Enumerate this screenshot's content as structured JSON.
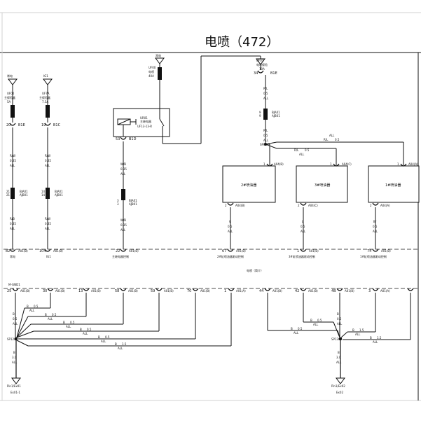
{
  "title": "电喷（472）",
  "feeds": {
    "left": {
      "label1": "常电",
      "code": "UF00",
      "sub": "主保险盒",
      "amp": "5A"
    },
    "ig1": {
      "label1": "IG1",
      "code": "UF7A",
      "sub": "主保险盒",
      "amp": "7.5A"
    },
    "relay_feed": {
      "label1": "常电",
      "code": "UF00",
      "sub": "电喷",
      "amp": "40A"
    },
    "right_feed": {
      "label1": "UF03",
      "sub": "电喷保险",
      "amp": "10A"
    }
  },
  "relay": {
    "code": "UR01",
    "name": "主继电器",
    "sub": "UF13-13-R"
  },
  "pins_top": {
    "b1": {
      "num": "20",
      "tag": "B1E"
    },
    "b2": {
      "num": "19",
      "tag": "B1C"
    },
    "b3": {
      "num": "34",
      "tag": "B1E"
    },
    "relay_out": {
      "num": "53",
      "tag": "B1D"
    }
  },
  "wires": {
    "w1": {
      "color": "R/W",
      "gauge": "0.35",
      "opt": "ALL"
    },
    "w2": {
      "color": "R/W",
      "gauge": "0.35",
      "opt": "ALL"
    },
    "w3": {
      "color": "W/B",
      "gauge": "0.35",
      "opt": "ALL"
    },
    "w4": {
      "color": "R/L",
      "gauge": "0.5",
      "opt": "ALL"
    },
    "w5": {
      "color": "R/B",
      "gauge": "0.35",
      "opt": "ALL"
    },
    "w6": {
      "color": "R/W",
      "gauge": "0.35",
      "opt": "ALL"
    },
    "w7": {
      "color": "W/B",
      "gauge": "0.35",
      "opt": "ALL"
    },
    "w8": {
      "color": "R/L",
      "gauge": "0.5",
      "opt": "ALL"
    }
  },
  "connectors_mid": {
    "c1": {
      "pins": "21\n21",
      "tag": "BJA01\nAJB01"
    },
    "c2": {
      "pins": "14\n14",
      "tag": "BJA01\nAJB01"
    },
    "c3": {
      "pins": "3\n3",
      "tag": "BJA01\nAJB01"
    },
    "c4": {
      "pins": "9\n9",
      "tag": "BJA01\nAJB01"
    }
  },
  "splice_top": {
    "name": "SP02"
  },
  "inj_wires": {
    "a": {
      "color": "R/L",
      "gauge": "0.5",
      "opt": "ALL"
    },
    "b": {
      "color": "R/L",
      "gauge": "0.5",
      "opt": "ALL"
    }
  },
  "injectors": [
    {
      "name": "2#喷油器",
      "pin_top": "1",
      "tag_top": "A04(B)",
      "pin_bot": "2",
      "tag_bot": "A04(B)",
      "wire": {
        "color": "G",
        "gauge": "0.5",
        "opt": "ALL"
      },
      "ecu_pin": "67",
      "ecu_tag": "A01(B)",
      "ecu_label": "2#缸喷油器驱动控制"
    },
    {
      "name": "3#喷油器",
      "pin_top": "1",
      "tag_top": "A04(C)",
      "pin_bot": "2",
      "tag_bot": "A04(C)",
      "wire": {
        "color": "L",
        "gauge": "0.5",
        "opt": "ALL"
      },
      "ecu_pin": "1",
      "ecu_tag": "A01(B)",
      "ecu_label": "3#缸喷油器驱动控制"
    },
    {
      "name": "1#喷油器",
      "pin_top": "1",
      "tag_top": "A04(A)",
      "pin_bot": "2",
      "tag_bot": "A04(A)",
      "wire": {
        "color": "Br",
        "gauge": "0.5",
        "opt": "ALL"
      },
      "ecu_pin": "74",
      "ecu_tag": "A01(B)",
      "ecu_label": "1#缸喷油器驱动控制"
    }
  ],
  "ecu_top_pins": [
    {
      "num": "82",
      "tag": "A01(B)",
      "label": "常电"
    },
    {
      "num": "104",
      "tag": "A01(B)",
      "label": "IG1"
    },
    {
      "num": "22",
      "tag": "A01(B)",
      "label": "主继电器控制"
    }
  ],
  "ecu_name": "电喷（简介）",
  "ecu_bottom_left": {
    "header": "M-GND1",
    "pins": [
      {
        "num": "25",
        "tag": "A01(B)"
      },
      {
        "num": "30",
        "tag": "A01(B)"
      },
      {
        "num": "13",
        "tag": "A01(B)"
      },
      {
        "num": "58",
        "tag": "A01(B)"
      },
      {
        "num": "59",
        "tag": "A01(B)"
      },
      {
        "num": "70",
        "tag": "A01(B)"
      },
      {
        "num": "1",
        "tag": "A01(A)"
      }
    ]
  },
  "ecu_bottom_right": {
    "pins": [
      {
        "num": "44",
        "tag": "A01(B)"
      },
      {
        "num": "42",
        "tag": "A01(B)"
      },
      {
        "num": "4B",
        "tag": "A01(B)"
      },
      {
        "num": "3",
        "tag": "A01(A)"
      }
    ]
  },
  "ground_left": {
    "wire_vertical": {
      "color": "B",
      "gauge": "0.5",
      "opt": "ALL"
    },
    "branches": [
      {
        "color": "B",
        "gauge": "0.5",
        "opt": "ALL"
      },
      {
        "color": "B",
        "gauge": "0.5",
        "opt": "ALL"
      },
      {
        "color": "B",
        "gauge": "0.5",
        "opt": "ALL"
      },
      {
        "color": "B",
        "gauge": "0.5",
        "opt": "ALL"
      },
      {
        "color": "B",
        "gauge": "0.5",
        "opt": "ALL"
      },
      {
        "color": "B",
        "gauge": "1.5",
        "opt": "ALL"
      }
    ],
    "splice": "SP120",
    "out_wire": {
      "color": "B",
      "gauge": "3.0",
      "opt": "ALL"
    },
    "ground_label": "Pin1/Ex01",
    "ground_code": "Ex01-1"
  },
  "ground_right": {
    "wire_vertical": {
      "color": "B",
      "gauge": "0.5",
      "opt": "ALL"
    },
    "branches": [
      {
        "color": "B",
        "gauge": "0.5",
        "opt": "ALL"
      },
      {
        "color": "B",
        "gauge": "0.5",
        "opt": "ALL"
      },
      {
        "color": "B",
        "gauge": "1.5",
        "opt": "ALL"
      },
      {
        "color": "B",
        "gauge": "1.5",
        "opt": "ALL"
      }
    ],
    "splice": "SP130",
    "out_wire": {
      "color": "B",
      "gauge": "3.0",
      "opt": "ALL"
    },
    "ground_label": "Pin1/Ex02",
    "ground_code": "Ex02"
  }
}
